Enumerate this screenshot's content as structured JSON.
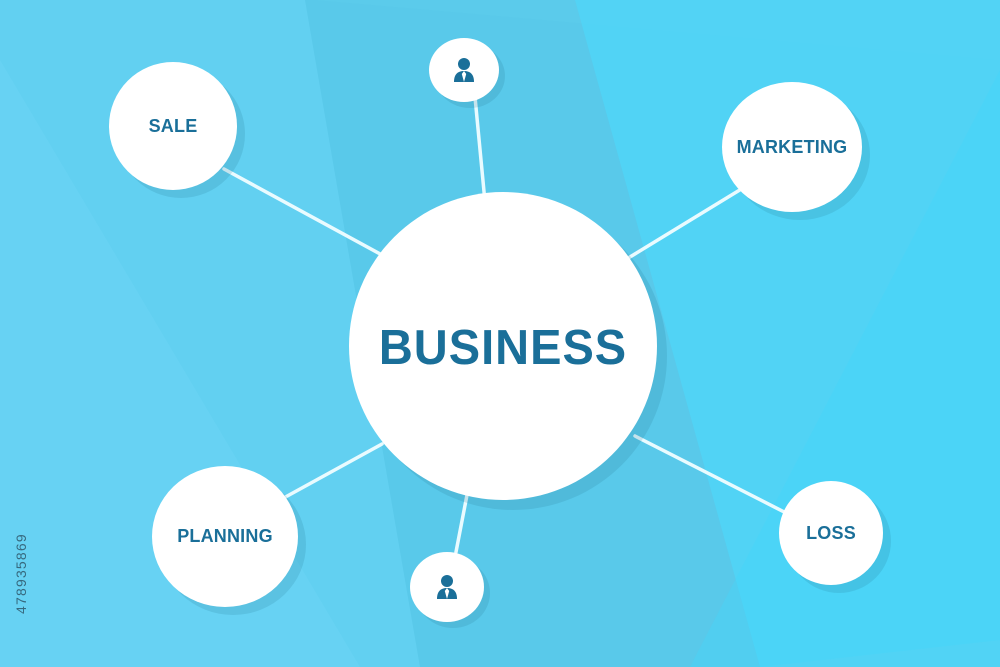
{
  "diagram": {
    "center": {
      "label": "BUSINESS"
    },
    "nodes": [
      {
        "key": "sale",
        "label": "SALE"
      },
      {
        "key": "person-top",
        "icon": "person-icon"
      },
      {
        "key": "marketing",
        "label": "MARKETING"
      },
      {
        "key": "planning",
        "label": "PLANNING"
      },
      {
        "key": "person-bottom",
        "icon": "person-icon"
      },
      {
        "key": "loss",
        "label": "LOSS"
      }
    ]
  },
  "watermark": {
    "vertical_id": "478935869"
  },
  "colors": {
    "background": "#59c9ea",
    "background_light": "#66d1f2",
    "background_bright": "#4fd6f9",
    "node_fill": "#ffffff",
    "text": "#1a6f99",
    "connector": "#e9fbff"
  }
}
